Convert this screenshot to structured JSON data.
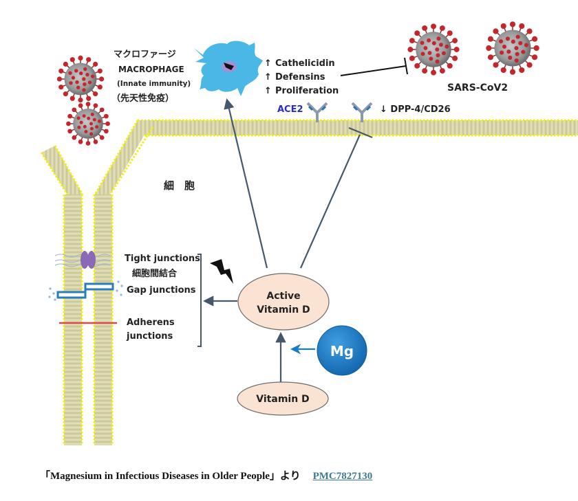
{
  "macrophage": {
    "label_jp": "マクロファージ",
    "label_en": "MACROPHAGE",
    "subtitle_en": "(Innate immunity)",
    "subtitle_jp": "（先天性免疫）"
  },
  "effects": [
    {
      "arrow": "↑",
      "text": "Cathelicidin"
    },
    {
      "arrow": "↑",
      "text": "Defensins"
    },
    {
      "arrow": "↑",
      "text": "Proliferation"
    }
  ],
  "virus": {
    "label": "SARS-CoV2"
  },
  "receptors": {
    "ace2": "ACE2",
    "dpp4": "↓ DPP-4/CD26"
  },
  "cell_label": "細　胞",
  "junctions": {
    "tight": "Tight junctions",
    "tight_jp": "細胞間結合",
    "gap": "Gap junctions",
    "adherens_line1": "Adherens",
    "adherens_line2": "junctions"
  },
  "nodes": {
    "active_vitd_line1": "Active",
    "active_vitd_line2": "Vitamin D",
    "vitd": "Vitamin D",
    "mg": "Mg"
  },
  "caption": {
    "text": "「Magnesium in Infectious Diseases in Older People」より",
    "link": "PMC7827130"
  },
  "colors": {
    "membrane_fill": "#d6d3a0",
    "membrane_dots": "#f2f200",
    "arrow": "#44586a",
    "ellipse_fill": "#fbe3d3",
    "mg_fill": "#1a7cc6",
    "macrophage": "#49b8e6",
    "virus_red": "#c3262c",
    "ace2_blue": "#2b2bc8",
    "adherens_red": "#e04848",
    "gap_blue": "#2a7cc0",
    "tight_purple": "#8a6ab4"
  }
}
